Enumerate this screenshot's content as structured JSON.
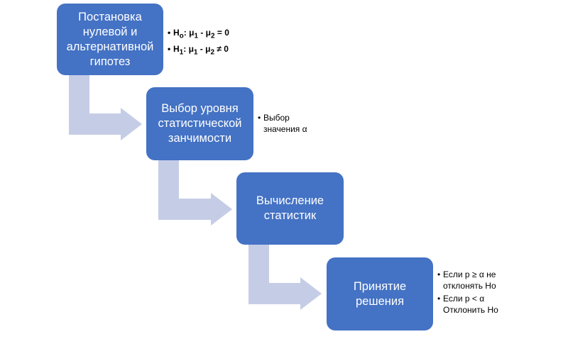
{
  "steps": [
    {
      "lines": [
        "Постановка",
        "нулевой и",
        "альтернативной",
        "гипотез"
      ]
    },
    {
      "lines": [
        "Выбор уровня",
        "статистической",
        "занчимости"
      ]
    },
    {
      "lines": [
        "Вычисление",
        "статистик"
      ]
    },
    {
      "lines": [
        "Принятие",
        "решения"
      ]
    }
  ],
  "notes_1": {
    "h0": {
      "h": "H",
      "sub": "o",
      "rest_a": ": μ",
      "s1": "1",
      "rest_b": " - μ",
      "s2": "2",
      "rest_c": " = 0"
    },
    "h1": {
      "h": "H",
      "sub": "1",
      "rest_a": ": μ",
      "s1": "1",
      "rest_b": " - μ",
      "s2": "2",
      "rest_c": " ≠ 0"
    }
  },
  "notes_2": [
    "Выбор значения α"
  ],
  "notes_4": [
    "Если p ≥ α не отклонять Ho",
    "Если p < α Отклонить Ho"
  ],
  "colors": {
    "box": "#4472c4",
    "arrow": "#c5cde6"
  }
}
